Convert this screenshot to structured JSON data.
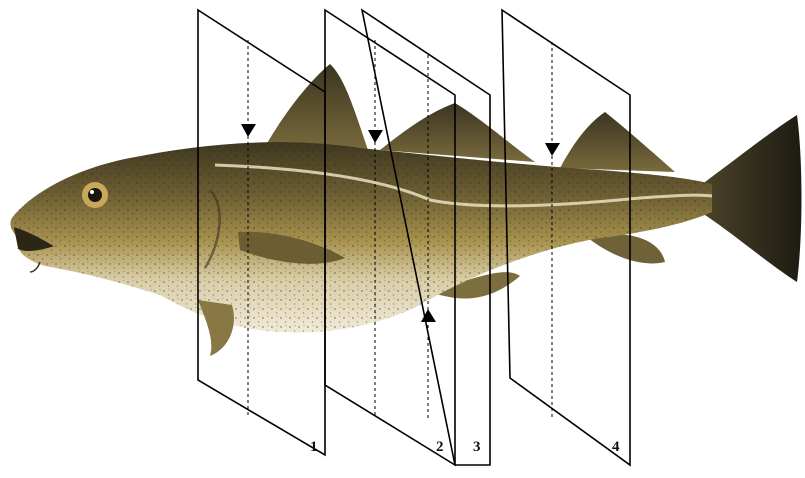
{
  "diagram": {
    "planes": [
      {
        "id": "1",
        "label": "1"
      },
      {
        "id": "2",
        "label": "2"
      },
      {
        "id": "3",
        "label": "3"
      },
      {
        "id": "4",
        "label": "4"
      }
    ],
    "colors": {
      "fish_back": "#4e4526",
      "fish_mid": "#8c7a42",
      "fish_belly": "#ece3cc",
      "fin_dark": "#3a3320",
      "tail": "#262418",
      "lateral_line": "#e9e0bf",
      "plane_stroke": "#000000"
    }
  }
}
